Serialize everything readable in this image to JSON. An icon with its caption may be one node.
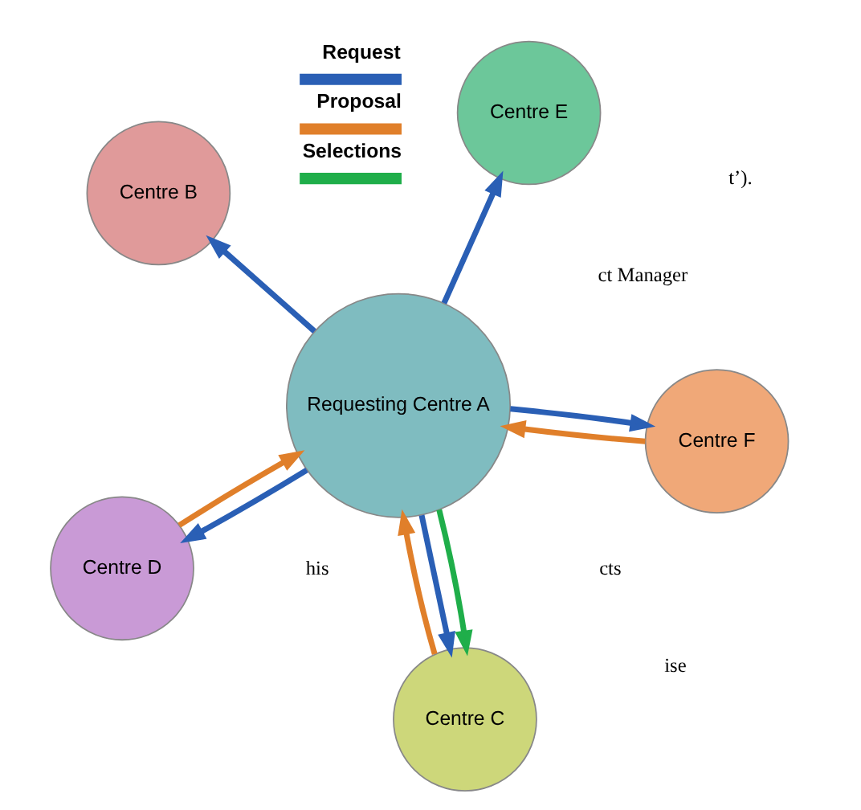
{
  "diagram": {
    "nodes": [
      {
        "text": [
          "Centre B"
        ]
      },
      {
        "text": [
          "Centre F"
        ]
      },
      {
        "text": [
          "Centre C"
        ]
      },
      {
        "text": [
          "Requesting Centre A"
        ]
      },
      {
        "text": [
          "Centre E"
        ]
      },
      {
        "text": [
          "Centre D"
        ]
      }
    ],
    "edges": [
      {
        "from": 3,
        "to": 0,
        "arrow": "to"
      },
      {
        "from": 3,
        "to": 1,
        "arrow": "to"
      },
      {
        "from": 1,
        "to": 3,
        "arrow": "to",
        "color": "#e07f2a"
      },
      {
        "from": 3,
        "to": 2,
        "arrow": "to",
        "color": "#1fae4a"
      },
      {
        "from": 2,
        "to": 3,
        "arrow": "to",
        "color": "#e07f2a"
      },
      {
        "from": 3,
        "to": 2,
        "arrow": "to"
      },
      {
        "from": 3,
        "to": 4,
        "arrow": "to"
      },
      {
        "from": 3,
        "to": 5,
        "arrow": "to"
      },
      {
        "from": 5,
        "to": 3,
        "arrow": "to",
        "color": "#e07f2a"
      }
    ],
    "labels": [
      "ct Manager",
      "cts",
      "his",
      "t’).",
      "ise"
    ],
    "legend": [
      {
        "text": "Request",
        "color": "#2a5fb5"
      },
      {
        "text": "Proposal",
        "color": "#e07f2a"
      },
      {
        "text": "Selections",
        "color": "#1fae4a"
      }
    ]
  }
}
